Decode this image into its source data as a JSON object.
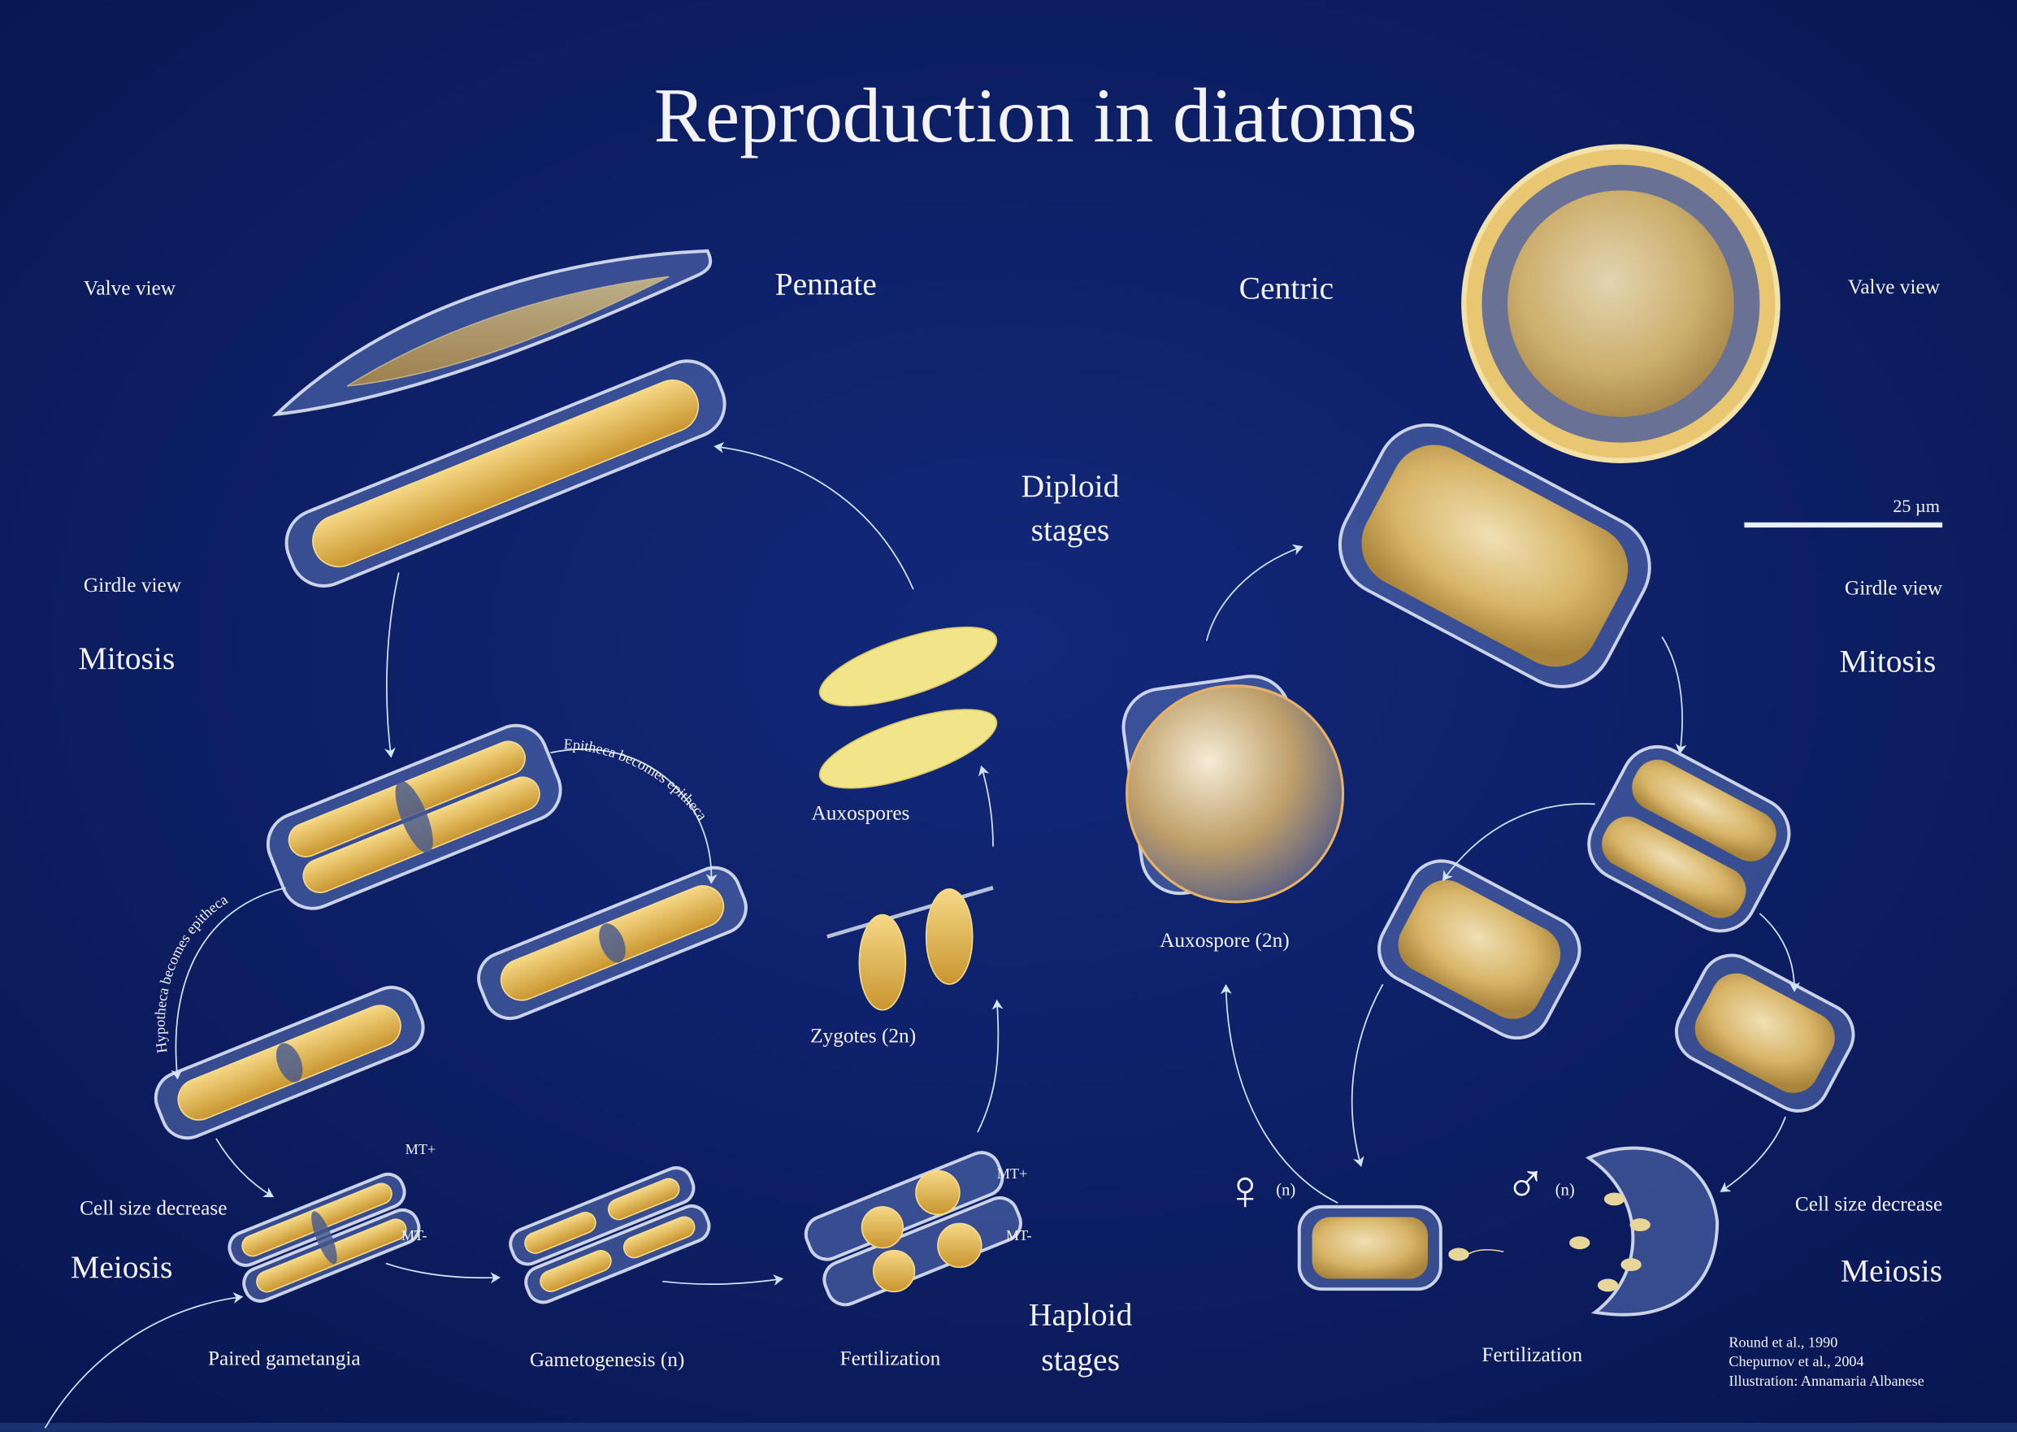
{
  "title": "Reproduction in diatoms",
  "pennate": {
    "heading": "Pennate",
    "valve_view": "Valve view",
    "girdle_view": "Girdle view",
    "mitosis": "Mitosis",
    "epitheca_note": "Epitheca becomes epitheca",
    "hypotheca_note": "Hypotheca becomes epitheca",
    "cell_size_decrease": "Cell size decrease",
    "meiosis": "Meiosis",
    "mt_plus": "MT+",
    "mt_minus": "MT-",
    "paired_gametangia": "Paired gametangia",
    "gametogenesis": "Gametogenesis (n)",
    "fertilization": "Fertilization",
    "zygotes": "Zygotes (2n)",
    "auxospores": "Auxospores"
  },
  "stages": {
    "diploid_line1": "Diploid",
    "diploid_line2": "stages",
    "haploid_line1": "Haploid",
    "haploid_line2": "stages"
  },
  "centric": {
    "heading": "Centric",
    "valve_view": "Valve view",
    "scale_label": "25 µm",
    "girdle_view": "Girdle view",
    "mitosis": "Mitosis",
    "cell_size_decrease": "Cell size decrease",
    "meiosis": "Meiosis",
    "auxospore": "Auxospore (2n)",
    "female_symbol": "♀",
    "male_symbol": "♂",
    "haploid_female": "(n)",
    "haploid_male": "(n)",
    "fertilization": "Fertilization"
  },
  "credits": {
    "ref1": "Round et al., 1990",
    "ref2": "Chepurnov et al., 2004",
    "illustration": "Illustration: Annamaria Albanese"
  },
  "colors": {
    "background": "#0b1b5c",
    "cell_gold": "#e8bf5a",
    "frustule": "#dfe8f7",
    "arrow": "#cfe4f6"
  }
}
